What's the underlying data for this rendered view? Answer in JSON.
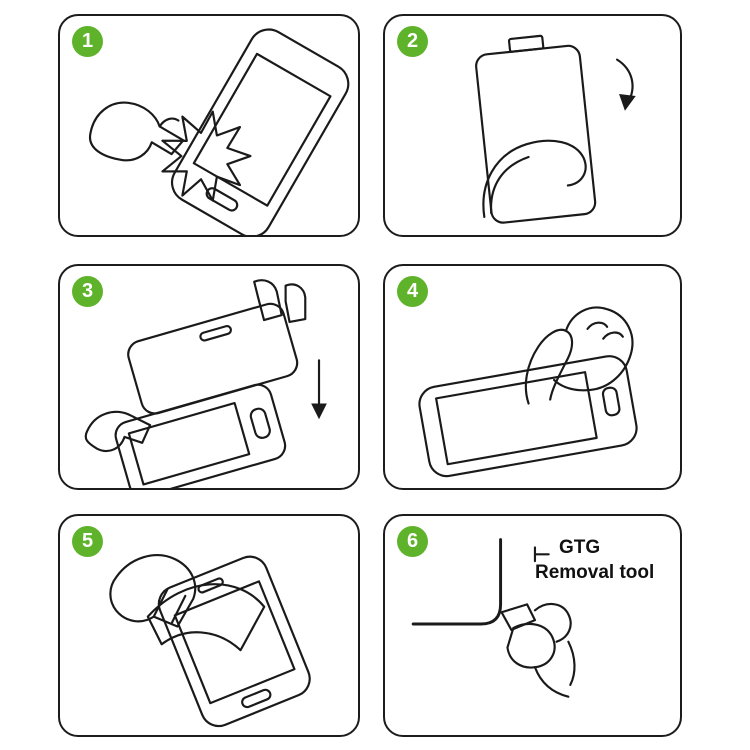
{
  "colors": {
    "badge_green": "#5fb32b",
    "line": "#1a1a1a",
    "background": "#ffffff"
  },
  "steps": [
    {
      "number": "1",
      "illustration": "wipe-screen-clean-with-cloth"
    },
    {
      "number": "2",
      "illustration": "peel-off-protective-film"
    },
    {
      "number": "3",
      "illustration": "align-and-lower-glass-onto-screen"
    },
    {
      "number": "4",
      "illustration": "press-screen-center-with-finger"
    },
    {
      "number": "5",
      "illustration": "smooth-film-onto-screen"
    },
    {
      "number": "6",
      "illustration": "use-removal-tool-on-corner",
      "label_line1": "GTG",
      "label_line2": "Removal tool"
    }
  ]
}
